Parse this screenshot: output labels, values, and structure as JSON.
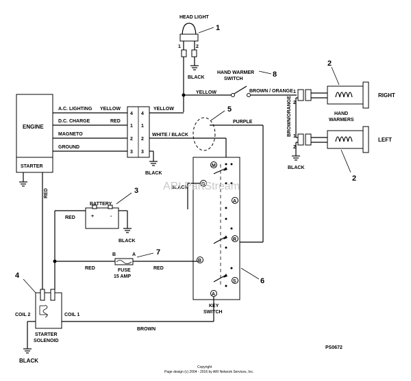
{
  "labels": {
    "head_light": "HEAD LIGHT",
    "hand_warmer_switch_l1": "HAND WARMER",
    "hand_warmer_switch_l2": "SWITCH",
    "engine": "ENGINE",
    "starter": "STARTER",
    "ac_lighting": "A.C. LIGHTING",
    "dc_charge": "D.C. CHARGE",
    "magneto": "MAGNETO",
    "ground": "GROUND",
    "yellow": "YELLOW",
    "red": "RED",
    "white_black": "WHITE / BLACK",
    "purple": "PURPLE",
    "brown_orange": "BROWN / ORANGE",
    "brown_orange_vertical": "BROWN/ORANGE",
    "black": "BLACK",
    "brown": "BROWN",
    "battery": "BATTERY",
    "plus": "+",
    "minus": "-",
    "fuse_l1": "FUSE",
    "fuse_l2": "15 AMP",
    "fuse_b": "B",
    "fuse_a": "A",
    "coil2": "COIL 2",
    "coil1": "COIL 1",
    "starter_solenoid_l1": "STARTER",
    "starter_solenoid_l2": "SOLENOID",
    "key_switch_l1": "KEY",
    "key_switch_l2": "SWITCH",
    "hand_warmers_l1": "HAND",
    "hand_warmers_l2": "WARMERS",
    "right": "RIGHT",
    "left": "LEFT",
    "part_code": "PS0672",
    "watermark": "ARI PartStream",
    "copyright_l1": "Copyright",
    "copyright_l2": "Page design (c) 2004 - 2016 by ARI Network Services, Inc."
  },
  "callouts": [
    "1",
    "2",
    "3",
    "4",
    "5",
    "6",
    "7",
    "8",
    "2"
  ],
  "connector_pins": [
    "4",
    "1",
    "2",
    "3",
    "4",
    "1",
    "2",
    "3"
  ],
  "headlight_pins": [
    "1",
    "2"
  ],
  "warmer_pins": [
    "1",
    "2",
    "1",
    "2"
  ],
  "key_switch_terminals": [
    "M",
    "G",
    "A",
    "R",
    "B",
    "S",
    "A"
  ]
}
